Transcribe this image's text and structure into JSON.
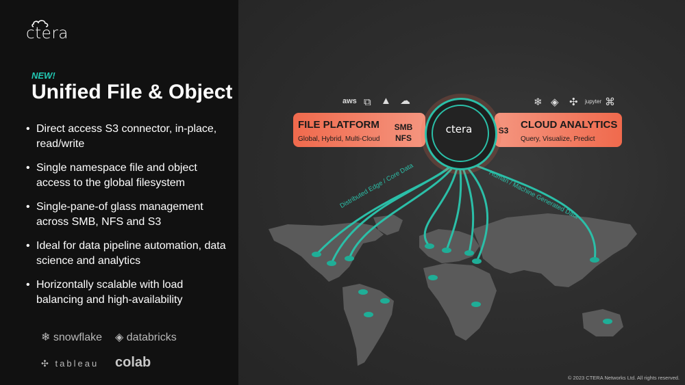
{
  "brand": {
    "logo_text": "ctera"
  },
  "intro": {
    "new_tag": "NEW!",
    "title": "Unified File & Object"
  },
  "bullets": [
    "Direct access S3 connector, in-place, read/write",
    "Single namespace file and object access to the global filesystem",
    "Single-pane-of glass management across SMB, NFS and S3",
    "Ideal for data pipeline automation, data science and analytics",
    "Horizontally scalable with load balancing and high-availability"
  ],
  "partners": {
    "snowflake": "snowflake",
    "databricks": "databricks",
    "tableau": "tableau",
    "colab": "colab"
  },
  "file_platform": {
    "title": "FILE PLATFORM",
    "subtitle": "Global, Hybrid, Multi-Cloud",
    "protocol_1": "SMB",
    "protocol_2": "NFS"
  },
  "cloud_analytics": {
    "title": "CLOUD ANALYTICS",
    "subtitle": "Query, Visualize, Predict",
    "protocol": "S3"
  },
  "hub": {
    "label": "ctera"
  },
  "left_icons": {
    "aws": "aws"
  },
  "right_icons": {
    "jupyter": "jupyter"
  },
  "map_labels": {
    "edge": "Distributed Edge / Core Data",
    "human": "Human / Machine Generated Data"
  },
  "colors": {
    "accent": "#2bbfa8",
    "orange": "#f06a4d",
    "left_bg": "#111111",
    "right_bg": "#2e2e2e"
  },
  "footer": {
    "copyright": "© 2023 CTERA Networks Ltd. All rights reserved."
  }
}
